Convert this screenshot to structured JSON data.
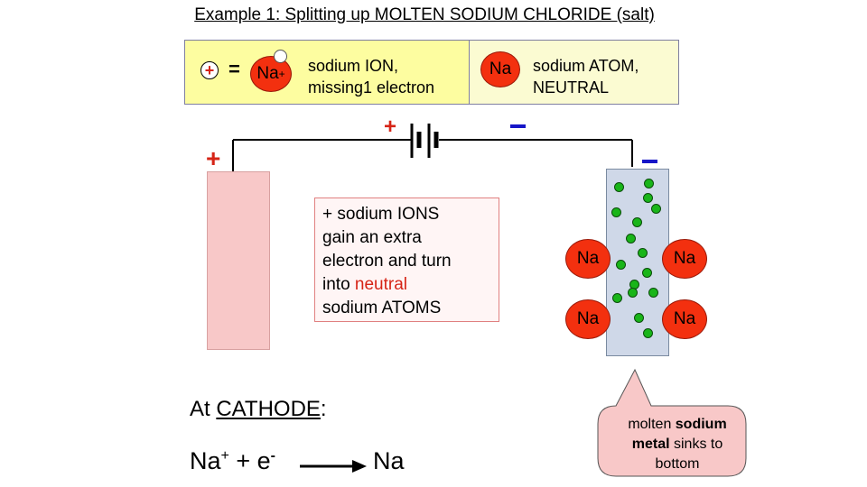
{
  "title": "Example 1: Splitting up MOLTEN SODIUM CHLORIDE (salt)",
  "key": {
    "plus_symbol": "+",
    "equals": "=",
    "ion_symbol": "Na",
    "ion_superscript": "+",
    "ion_desc_line1": "sodium ION,",
    "ion_desc_line2": "missing1 electron",
    "atom_symbol": "Na",
    "atom_desc_line1": "sodium ATOM,",
    "atom_desc_line2": "NEUTRAL"
  },
  "battery": {
    "positive": "+",
    "negative": "–"
  },
  "left_electrode": {
    "sign": "+"
  },
  "right_electrode": {
    "sign": "–"
  },
  "explanation": {
    "line1": "+ sodium IONS",
    "line2": "gain an extra",
    "line3": "electron and turn",
    "line4_prefix": "into ",
    "line4_highlight": "neutral",
    "line5": "sodium ATOMS"
  },
  "atoms": [
    "Na",
    "Na",
    "Na",
    "Na"
  ],
  "cathode": {
    "label_prefix": "At ",
    "label_underlined": "CATHODE",
    "label_suffix": ":"
  },
  "equation": {
    "reactant1": "Na",
    "reactant1_sup": "+",
    "plus": "+ e",
    "electron_sup": "-",
    "product": "Na"
  },
  "callout": {
    "part1": "molten ",
    "bold1": "sodium metal",
    "part2": " sinks to bottom"
  },
  "colors": {
    "ion_red": "#f3300f",
    "electron_blue": "#1616c8",
    "plus_red": "#d62416",
    "green_ion": "#19b519",
    "key_yellow": "#fdfda0",
    "callout_pink": "#f8c8c8"
  }
}
